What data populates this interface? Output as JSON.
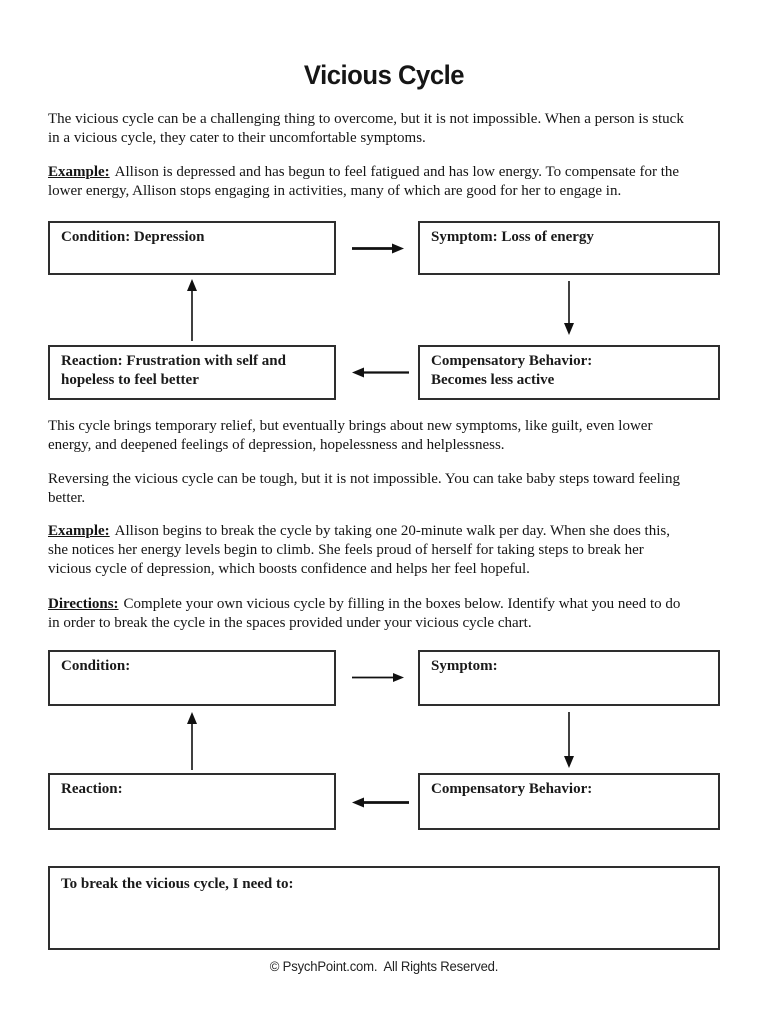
{
  "title": "Vicious Cycle",
  "paragraphs": {
    "intro": {
      "lines": [
        "The vicious cycle can be a challenging thing to overcome, but it is not impossible. When a person is stuck",
        "in a vicious cycle, they cater to their uncomfortable symptoms."
      ]
    },
    "example1": {
      "label": "Example:",
      "lines": [
        "Allison is depressed and has begun to feel fatigued and has low energy. To compensate for the",
        "lower energy, Allison stops engaging in activities, many of which are good for her to engage in."
      ]
    },
    "relief": {
      "lines": [
        "This cycle brings temporary relief, but eventually brings about new symptoms, like guilt, even lower",
        "energy, and deepened feelings of depression, hopelessness and helplessness."
      ]
    },
    "reversing": {
      "lines": [
        "Reversing the vicious cycle can be tough, but it is not impossible. You can take baby steps toward feeling",
        "better."
      ]
    },
    "example2": {
      "label": "Example:",
      "lines": [
        "Allison begins to break the cycle by taking one 20-minute walk per day. When she does this,",
        "she notices her energy levels begin to climb. She feels proud of herself for taking steps to break her",
        "vicious cycle of depression, which boosts confidence and helps her feel hopeful."
      ]
    },
    "directions": {
      "label": "Directions:",
      "lines": [
        "Complete your own vicious cycle by filling in the boxes below. Identify what you need to do",
        "in order to break the cycle in the spaces provided under your vicious cycle chart."
      ]
    }
  },
  "example_diagram": {
    "condition": "Condition: Depression",
    "symptom": "Symptom: Loss of energy",
    "compensatory_lines": [
      "Compensatory Behavior:",
      "Becomes less active"
    ],
    "reaction_lines": [
      "Reaction: Frustration with self and",
      "hopeless to feel better"
    ]
  },
  "blank_diagram": {
    "condition": "Condition:",
    "symptom": "Symptom:",
    "compensatory": "Compensatory Behavior:",
    "reaction": "Reaction:"
  },
  "break_box_label": "To break the vicious cycle, I need to:",
  "footer": "© PsychPoint.com.  All Rights Reserved.",
  "colors": {
    "text": "#1a1a1a",
    "border": "#2e2e2e",
    "background": "#ffffff"
  }
}
